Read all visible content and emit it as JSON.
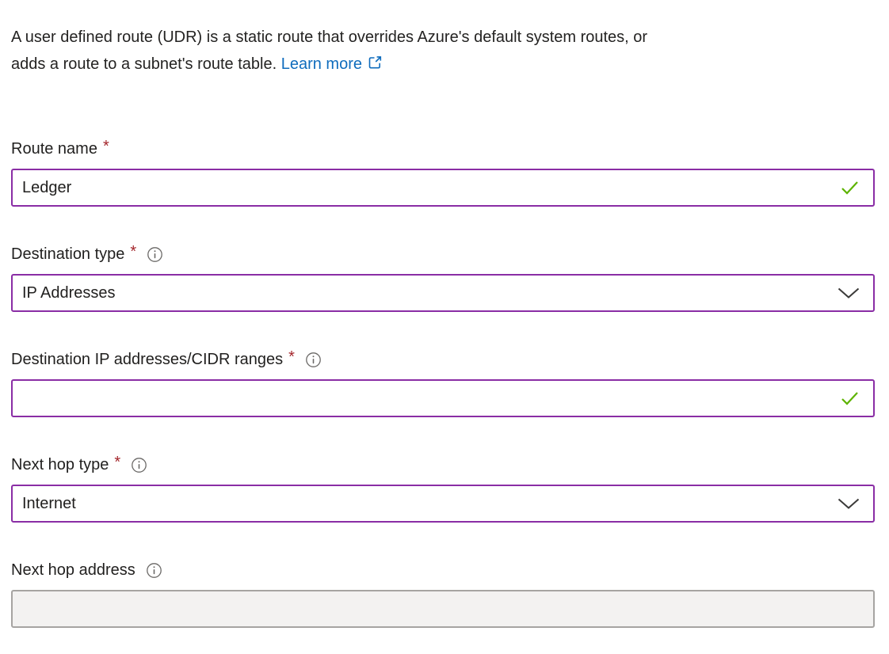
{
  "colors": {
    "accent_purple": "#8a2da5",
    "valid_green": "#5db300",
    "required_red": "#a4262c",
    "link_blue": "#0f6cbd",
    "disabled_bg": "#f3f2f1",
    "disabled_border": "#a6a4a2",
    "text": "#201f1e"
  },
  "intro": {
    "line1": "A user defined route (UDR) is a static route that overrides Azure's default system routes, or",
    "line2": "adds a route to a subnet's route table.",
    "learn_more_label": "Learn more",
    "learn_more_icon": "external-link-icon"
  },
  "fields": {
    "route_name": {
      "label": "Route name",
      "required_marker": "*",
      "value": "Ledger",
      "trailing_icon": "valid-check-icon"
    },
    "destination_type": {
      "label": "Destination type",
      "required_marker": "*",
      "info_icon": "info-icon",
      "value": "IP Addresses",
      "trailing_icon": "chevron-down-icon"
    },
    "destination_ip": {
      "label": "Destination IP addresses/CIDR ranges",
      "required_marker": "*",
      "info_icon": "info-icon",
      "value": "",
      "trailing_icon": "valid-check-icon"
    },
    "next_hop_type": {
      "label": "Next hop type",
      "required_marker": "*",
      "info_icon": "info-icon",
      "value": "Internet",
      "trailing_icon": "chevron-down-icon"
    },
    "next_hop_address": {
      "label": "Next hop address",
      "info_icon": "info-icon",
      "value": "",
      "disabled": true
    }
  }
}
